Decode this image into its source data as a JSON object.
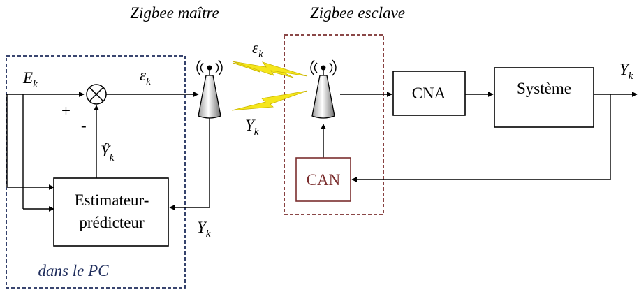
{
  "labels": {
    "zigbee_master": "Zigbee maître",
    "zigbee_slave": "Zigbee esclave",
    "pc_label": "dans le PC",
    "input_E": "E",
    "sub_k": "k",
    "error_eps": "ε",
    "Y": "Y",
    "Y_hat": "Ŷ",
    "plus": "+",
    "minus": "-",
    "estimator_line1": "Estimateur-",
    "estimator_line2": "prédicteur",
    "cna": "CNA",
    "systeme": "Système",
    "can": "CAN"
  },
  "colors": {
    "pc_border": "#1f2d5c",
    "slave_border": "#7b2e2e",
    "can_text": "#7b2e2e",
    "can_border": "#7b2e2e",
    "lightning": "#f5e61c"
  }
}
